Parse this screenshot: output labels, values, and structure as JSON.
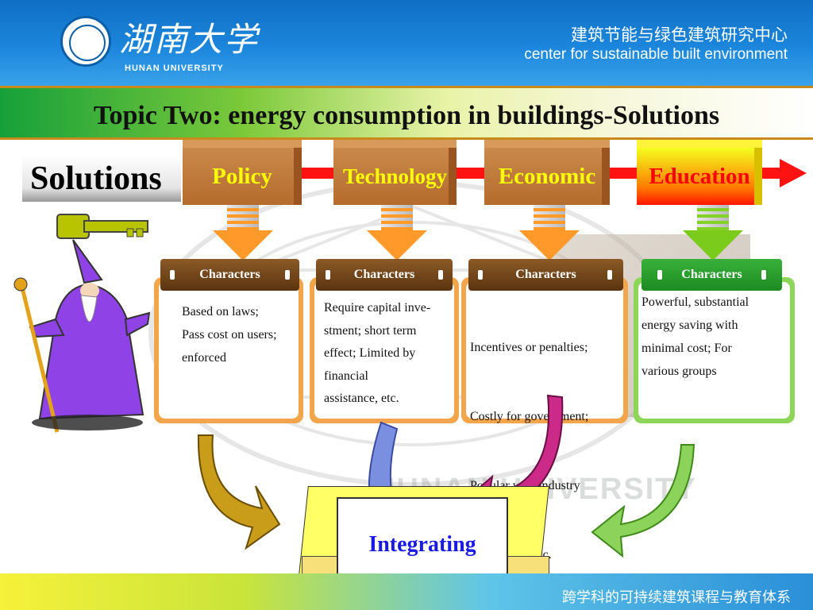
{
  "header": {
    "university_cn": "湖南大学",
    "university_en": "HUNAN UNIVERSITY",
    "center_cn": "建筑节能与绿色建筑研究中心",
    "center_en": "center for sustainable built environment"
  },
  "title": "Topic Two: energy consumption in buildings-Solutions",
  "solutions_label": "Solutions",
  "categories": [
    {
      "label": "Policy"
    },
    {
      "label": "Technology"
    },
    {
      "label": "Economic"
    },
    {
      "label": "Education"
    }
  ],
  "characters_label": "Characters",
  "panels": [
    {
      "lines": [
        "Based on laws;",
        "Pass cost on users;",
        "enforced"
      ]
    },
    {
      "lines": [
        "Require capital inve-",
        "stment; short term",
        "effect; Limited by",
        "financial",
        "assistance, etc."
      ]
    },
    {
      "lines": [
        "Incentives or penalties;",
        "Costly for government;",
        "Popular with industry",
        " and Public, etc."
      ]
    },
    {
      "lines": [
        "Powerful, substantial",
        "energy saving with",
        "minimal cost; For",
        "various groups"
      ]
    }
  ],
  "integrating_label": "Integrating",
  "watermark_text": "HUNAN UNIVERSITY",
  "footer_text": "跨学科的可持续建筑课程与教育体系",
  "colors": {
    "header_blue": "#1b86dc",
    "category_brown": "#b56b2c",
    "category_text": "#ffff00",
    "education_text": "#ff0000",
    "arrow_red": "#ff1212",
    "integrating_text": "#1a1ae6"
  }
}
